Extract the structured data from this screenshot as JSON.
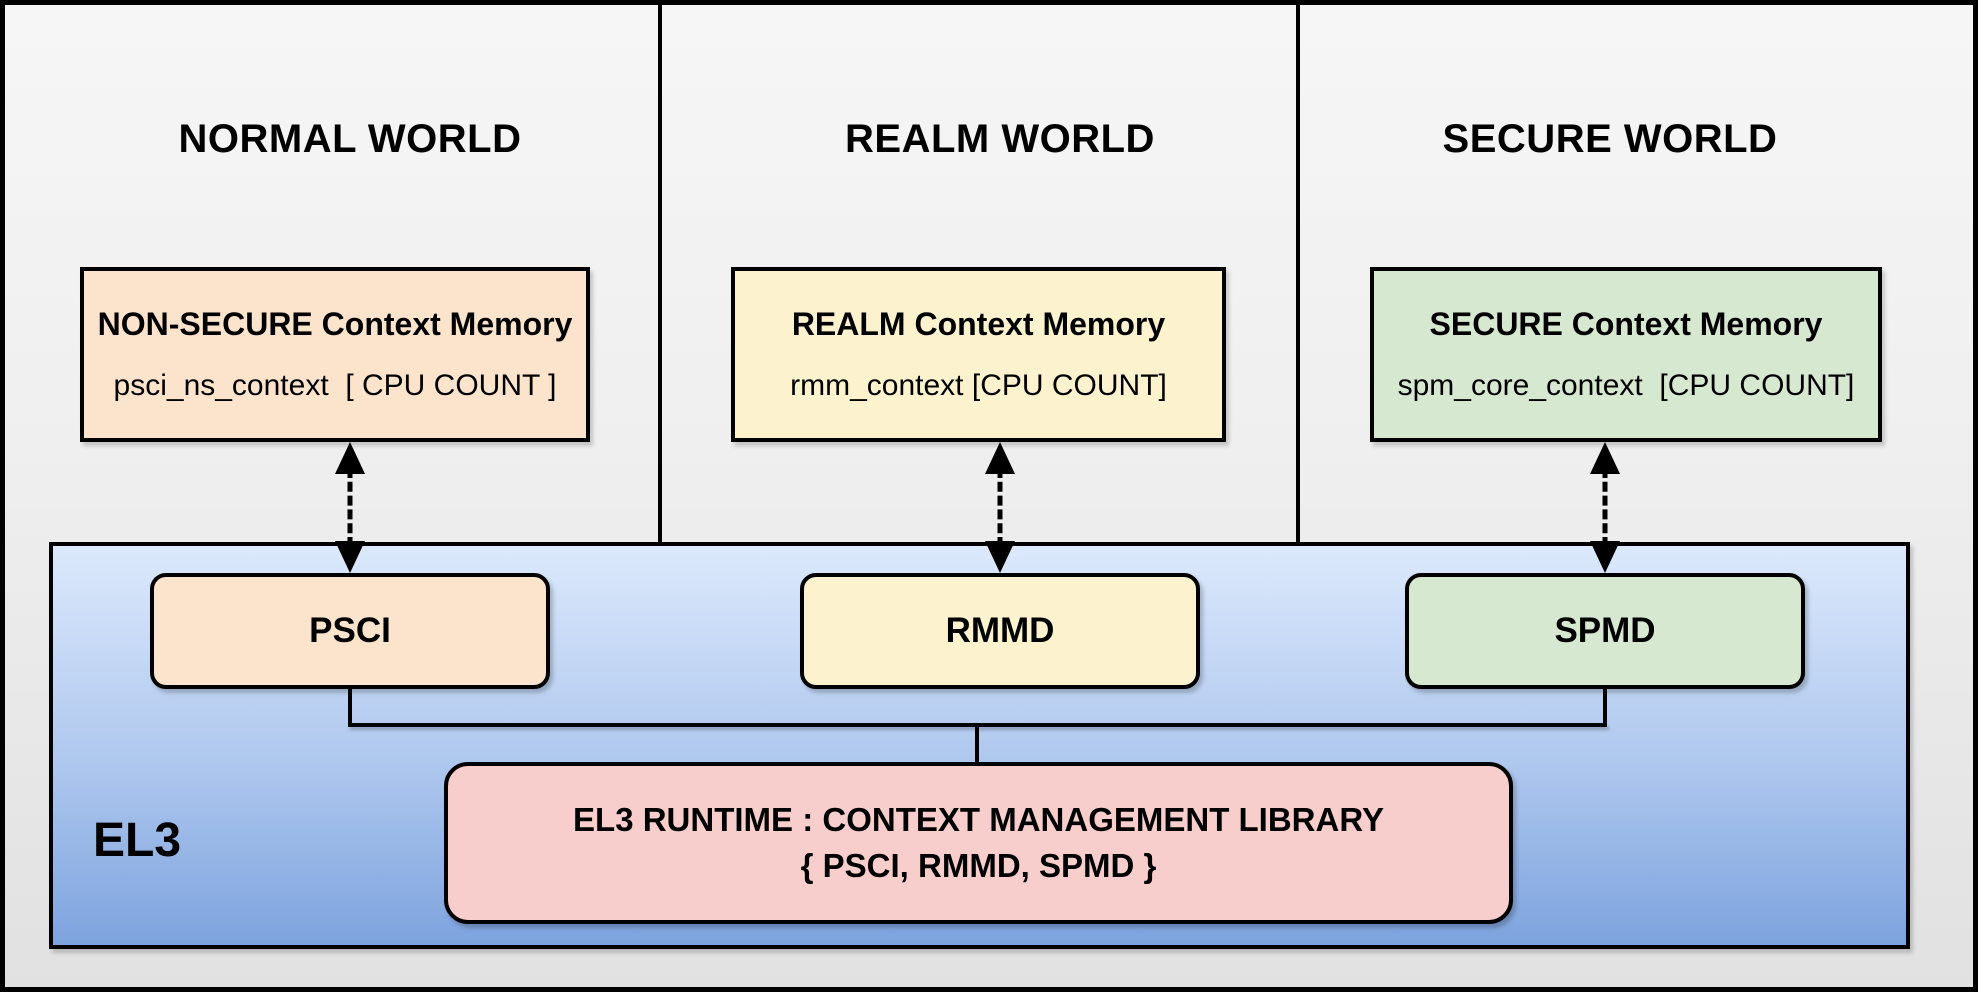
{
  "diagram": {
    "worlds": [
      {
        "title": "NORMAL WORLD",
        "memory": {
          "title": "NON-SECURE Context Memory",
          "code": "psci_ns_context  [ CPU COUNT ]"
        },
        "component": "PSCI",
        "accent_color": "#fce4cc"
      },
      {
        "title": "REALM WORLD",
        "memory": {
          "title": "REALM Context Memory",
          "code": "rmm_context [CPU COUNT]"
        },
        "component": "RMMD",
        "accent_color": "#fdf2ce"
      },
      {
        "title": "SECURE WORLD",
        "memory": {
          "title": "SECURE Context Memory",
          "code": "spm_core_context  [CPU COUNT]"
        },
        "component": "SPMD",
        "accent_color": "#d7e8d1"
      }
    ],
    "el3": {
      "label": "EL3",
      "library": {
        "line1": "EL3 RUNTIME : CONTEXT MANAGEMENT LIBRARY",
        "line2": "{ PSCI, RMMD, SPMD }"
      },
      "background_top_color": "#dce9fc",
      "background_bottom_color": "#7da3de",
      "library_color": "#f8cecc"
    },
    "line_color": "#000000",
    "background_color": "#f0f0f0"
  }
}
